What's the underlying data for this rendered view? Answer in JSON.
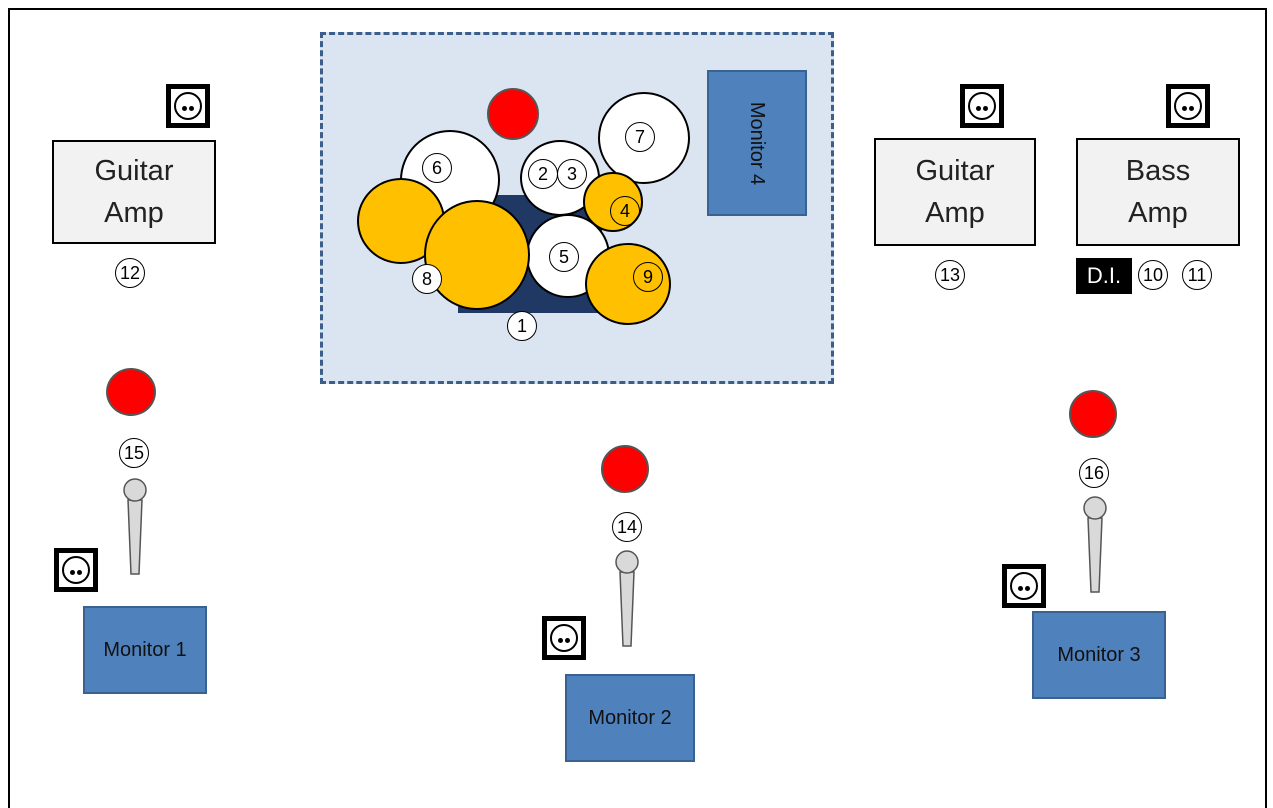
{
  "amps": {
    "left_guitar": "Guitar\nAmp",
    "right_guitar": "Guitar\nAmp",
    "bass": "Bass\nAmp"
  },
  "monitors": {
    "m1": "Monitor 1",
    "m2": "Monitor 2",
    "m3": "Monitor 3",
    "m4": "Monitor 4"
  },
  "di_label": "D.I.",
  "inputs": {
    "n1": "1",
    "n2": "2",
    "n3": "3",
    "n4": "4",
    "n5": "5",
    "n6": "6",
    "n7": "7",
    "n8": "8",
    "n9": "9",
    "n10": "10",
    "n11": "11",
    "n12": "12",
    "n13": "13",
    "n14": "14",
    "n15": "15",
    "n16": "16"
  },
  "colors": {
    "riser": "#dbe5f1",
    "monitor": "#4f81bd",
    "cymbal": "#ffc000",
    "kick": "#1f3864",
    "vocal_marker": "#ff0000"
  },
  "icons": [
    "power-outlet-icon",
    "microphone-icon"
  ]
}
